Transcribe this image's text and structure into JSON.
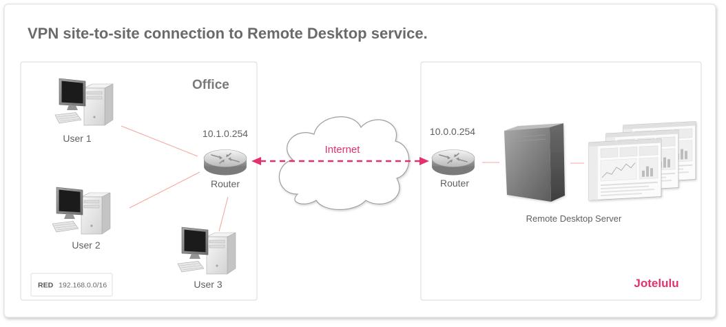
{
  "title": "VPN site-to-site connection to Remote Desktop service.",
  "office": {
    "label": "Office",
    "users": [
      "User 1",
      "User 2",
      "User 3"
    ],
    "router": {
      "ip": "10.1.0.254",
      "label": "Router"
    },
    "network": {
      "name": "RED",
      "range": "192.168.0.0/16"
    }
  },
  "internet": {
    "label": "Internet"
  },
  "remote": {
    "router": {
      "ip": "10.0.0.254",
      "label": "Router"
    },
    "server_label": "Remote Desktop Server",
    "brand": "Jotelulu"
  },
  "colors": {
    "accent": "#e3306e",
    "link": "#f4a7a0",
    "text": "#5f5f5f"
  },
  "icons": {
    "workstation": "desktop-computer-icon",
    "router": "router-icon",
    "internet": "cloud-icon",
    "server": "server-tower-icon",
    "screens": "dashboard-screens-icon"
  }
}
